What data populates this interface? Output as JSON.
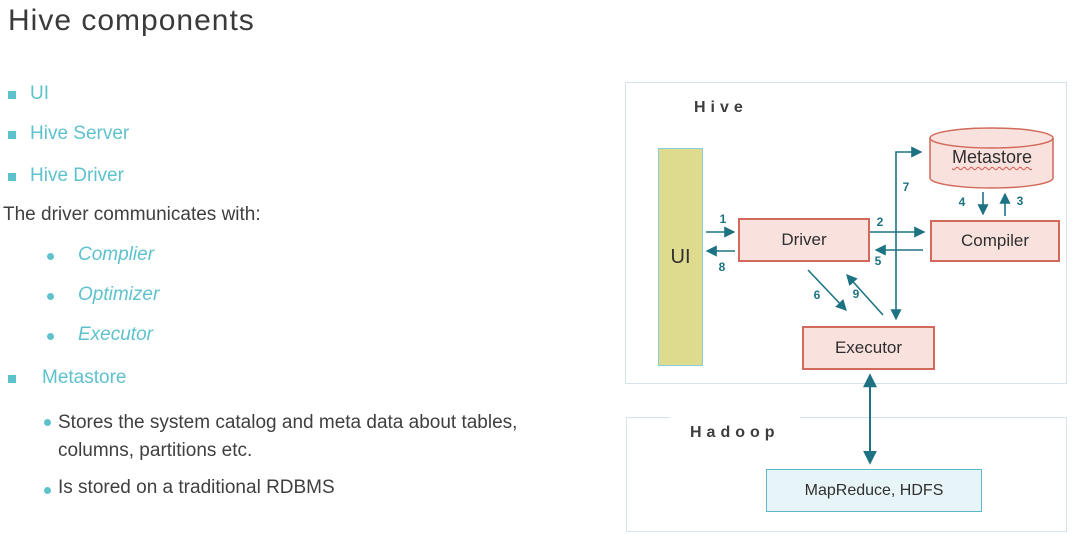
{
  "title": "Hive components",
  "bullets": {
    "items": [
      {
        "text": "UI"
      },
      {
        "text": "Hive Server"
      },
      {
        "text": "Hive Driver"
      },
      {
        "text": "The driver communicates with:"
      },
      {
        "text": "Complier"
      },
      {
        "text": "Optimizer"
      },
      {
        "text": "Executor"
      },
      {
        "text": "Metastore"
      },
      {
        "text": "Stores the system catalog and meta data about tables, columns, partitions etc."
      },
      {
        "text": "Is stored on a traditional RDBMS"
      }
    ]
  },
  "diagram": {
    "hive_label": "Hive",
    "hadoop_label": "Hadoop",
    "nodes": {
      "ui": "UI",
      "driver": "Driver",
      "compiler": "Compiler",
      "metastore": "Metastore",
      "executor": "Executor",
      "mapreduce": "MapReduce, HDFS"
    },
    "arrow_labels": {
      "a1": "1",
      "a2": "2",
      "a3": "3",
      "a4": "4",
      "a5": "5",
      "a6": "6",
      "a7": "7",
      "a8": "8",
      "a9": "9"
    }
  },
  "colors": {
    "accent_teal_text": "#5ec2cd",
    "arrow_teal": "#1d7383",
    "node_fill_pink": "#f9e1dd",
    "node_border_salmon": "#d2695a",
    "ui_fill_khaki": "#deda8e",
    "ui_border_blue": "#87cfdd",
    "hadoop_node_fill": "#e8f5f8",
    "hadoop_node_border": "#5ab8ca",
    "frame_border": "#d5e3eb",
    "body_text": "#3f3f3f"
  }
}
